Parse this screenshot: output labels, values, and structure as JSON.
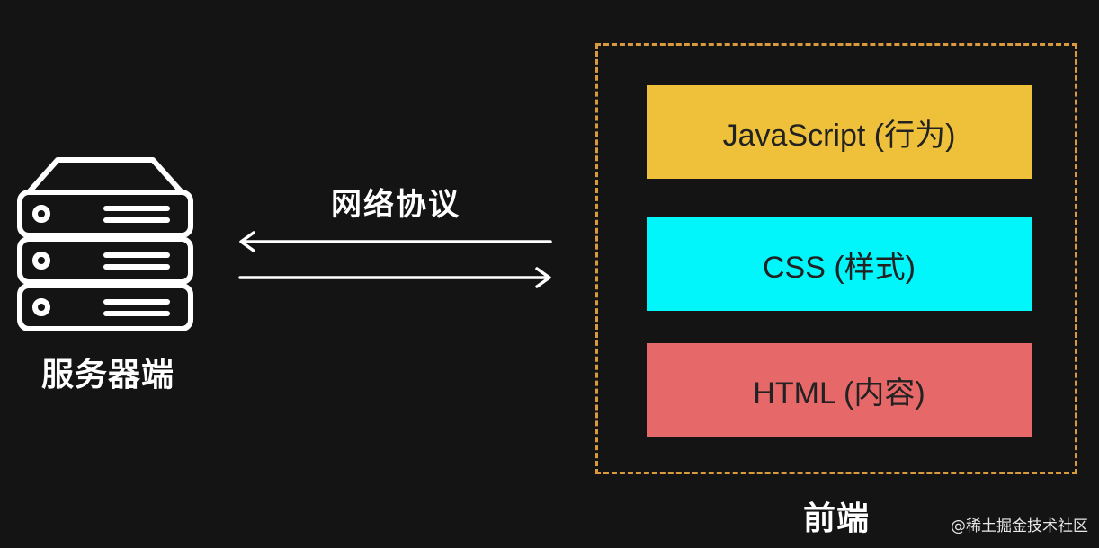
{
  "server": {
    "label": "服务器端",
    "icon": "server-stack-icon"
  },
  "connection": {
    "label": "网络协议",
    "arrows": [
      "arrow-left-icon",
      "arrow-right-icon"
    ]
  },
  "frontend": {
    "label": "前端",
    "frame_color": "#d89a3c",
    "layers": [
      {
        "label": "JavaScript (行为)",
        "color": "#efc13b"
      },
      {
        "label": "CSS (样式)",
        "color": "#00f6fb"
      },
      {
        "label": "HTML (内容)",
        "color": "#e76869"
      }
    ]
  },
  "watermark": "@稀土掘金技术社区",
  "colors": {
    "background": "#141414",
    "foreground": "#ffffff"
  }
}
